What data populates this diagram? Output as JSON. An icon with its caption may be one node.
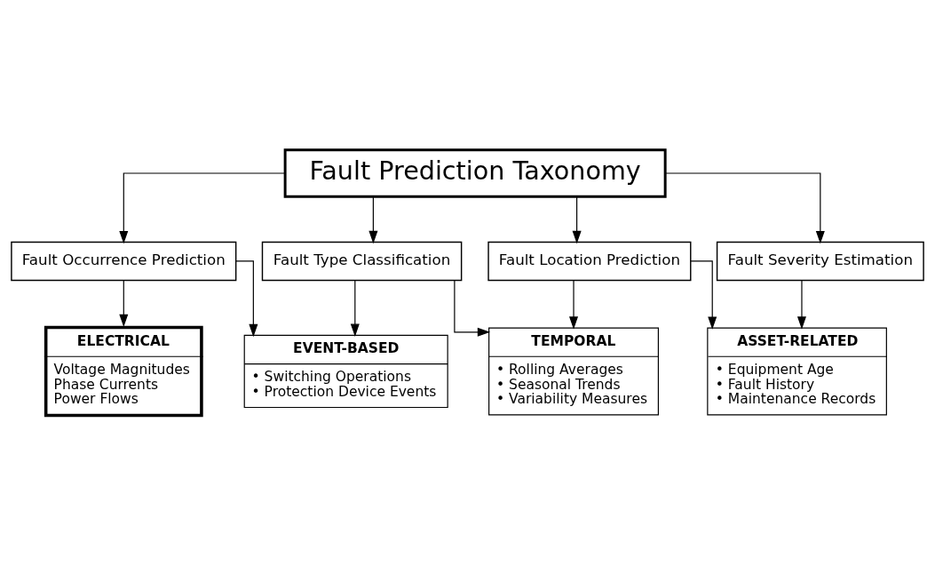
{
  "diagram": {
    "nodes": [
      {
        "text": [
          "Fault Prediction Taxonomy"
        ]
      },
      {
        "text": [
          "Fault Occurrence Prediction"
        ]
      },
      {
        "text": [
          "Fault Type Classification"
        ]
      },
      {
        "text": [
          "Fault Location Prediction"
        ]
      },
      {
        "text": [
          "Fault Severity Estimation"
        ]
      },
      {
        "text": [
          "ELECTRICAL",
          "Voltage Magnitudes",
          "Phase Currents",
          "Power Flows"
        ]
      },
      {
        "text": [
          "EVENT-BASED",
          "• Switching Operations",
          "• Protection Device Events"
        ]
      },
      {
        "text": [
          "TEMPORAL",
          "• Rolling Averages",
          "• Seasonal Trends",
          "• Variability Measures"
        ]
      },
      {
        "text": [
          "ASSET-RELATED",
          "• Equipment Age",
          "• Fault History",
          "• Maintenance Records"
        ]
      }
    ],
    "edges": [
      {
        "from": 0,
        "to": 1,
        "arrow": "to"
      },
      {
        "from": 0,
        "to": 2,
        "arrow": "to"
      },
      {
        "from": 0,
        "to": 3,
        "arrow": "to"
      },
      {
        "from": 0,
        "to": 4,
        "arrow": "to"
      },
      {
        "from": 1,
        "to": 5,
        "arrow": "to"
      },
      {
        "from": 1,
        "to": 6,
        "arrow": "to"
      },
      {
        "from": 2,
        "to": 6,
        "arrow": "to"
      },
      {
        "from": 2,
        "to": 7,
        "arrow": "to"
      },
      {
        "from": 3,
        "to": 7,
        "arrow": "to"
      },
      {
        "from": 3,
        "to": 8,
        "arrow": "to"
      },
      {
        "from": 4,
        "to": 8,
        "arrow": "to"
      }
    ]
  }
}
